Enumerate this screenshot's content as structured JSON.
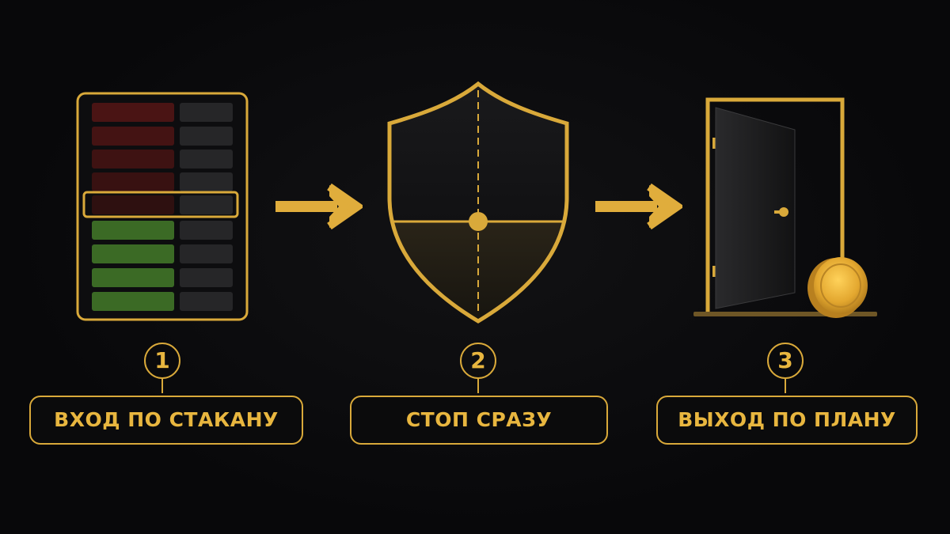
{
  "steps": [
    {
      "number": "1",
      "label": "ВХОД ПО СТАКАНУ",
      "icon": "order-book-icon"
    },
    {
      "number": "2",
      "label": "СТОП СРАЗУ",
      "icon": "shield-icon"
    },
    {
      "number": "3",
      "label": "ВЫХОД ПО ПЛАНУ",
      "icon": "door-exit-icon"
    }
  ],
  "colors": {
    "gold": "#d9a93a",
    "gold_text": "#e8b63f",
    "ask_red": "#4a1414",
    "bid_green": "#3b6a25",
    "background": "#08080a"
  }
}
